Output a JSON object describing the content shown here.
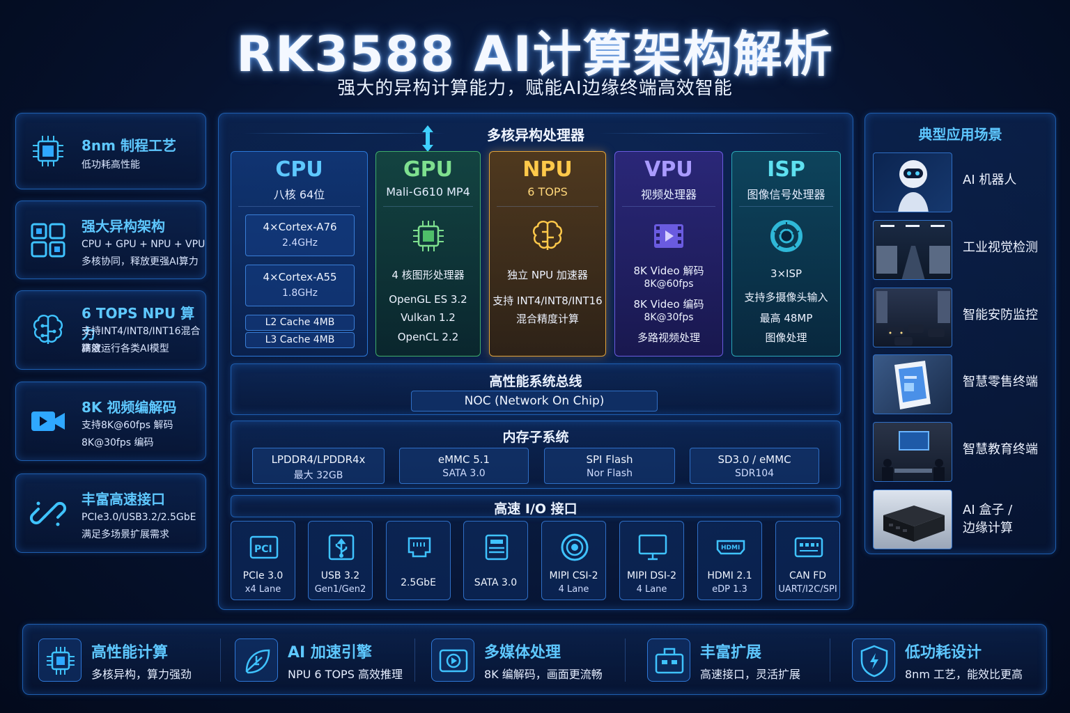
{
  "header": {
    "title": "RK3588  AI计算架构解析",
    "subtitle": "强大的异构计算能力，赋能AI边缘终端高效智能"
  },
  "features": [
    {
      "icon": "chip-icon",
      "title": "8nm 制程工艺",
      "lines": [
        "低功耗高性能"
      ]
    },
    {
      "icon": "grid-icon",
      "title": "强大异构架构",
      "lines": [
        "CPU + GPU + NPU + VPU",
        "多核协同，释放更强AI算力"
      ]
    },
    {
      "icon": "brain-icon",
      "title": "6 TOPS NPU 算力",
      "lines": [
        "支持INT4/INT8/INT16混合精度",
        "高效运行各类AI模型"
      ]
    },
    {
      "icon": "video-camera-icon",
      "title": "8K 视频编解码",
      "lines": [
        "支持8K@60fps 解码",
        "8K@30fps 编码"
      ]
    },
    {
      "icon": "link-icon",
      "title": "丰富高速接口",
      "lines": [
        "PCIe3.0/USB3.2/2.5GbE",
        "满足多场景扩展需求"
      ]
    }
  ],
  "processor": {
    "title": "多核异构处理器",
    "cpu": {
      "name": "CPU",
      "sub": "八核 64位",
      "big": {
        "a": "4×Cortex-A76",
        "b": "2.4GHz"
      },
      "little": {
        "a": "4×Cortex-A55",
        "b": "1.8GHz"
      },
      "l2": "L2 Cache 4MB",
      "l3": "L3 Cache 4MB"
    },
    "gpu": {
      "name": "GPU",
      "sub": "Mali-G610 MP4",
      "lines": [
        "4 核图形处理器",
        "OpenGL ES 3.2",
        "Vulkan 1.2",
        "OpenCL 2.2"
      ]
    },
    "npu": {
      "name": "NPU",
      "sub": "6 TOPS",
      "lines": [
        "独立 NPU 加速器",
        "支持 INT4/INT8/INT16",
        "混合精度计算"
      ]
    },
    "vpu": {
      "name": "VPU",
      "sub": "视频处理器",
      "lines": [
        "8K Video 解码",
        "8K@60fps",
        "8K Video 编码",
        "8K@30fps",
        "多路视频处理"
      ]
    },
    "isp": {
      "name": "ISP",
      "sub": "图像信号处理器",
      "lines": [
        "3×ISP",
        "支持多摄像头输入",
        "最高 48MP",
        "图像处理"
      ]
    }
  },
  "bus": {
    "title": "高性能系统总线",
    "noc": "NOC (Network On Chip)"
  },
  "memory": {
    "title": "内存子系统",
    "items": [
      {
        "a": "LPDDR4/LPDDR4x",
        "b": "最大 32GB"
      },
      {
        "a": "eMMC 5.1",
        "b": "SATA 3.0"
      },
      {
        "a": "SPI Flash",
        "b": "Nor Flash"
      },
      {
        "a": "SD3.0 / eMMC",
        "b": "SDR104"
      }
    ]
  },
  "io": {
    "title": "高速 I/O 接口",
    "items": [
      {
        "icon": "pcie-icon",
        "a": "PCIe 3.0",
        "b": "x4 Lane"
      },
      {
        "icon": "usb-icon",
        "a": "USB 3.2",
        "b": "Gen1/Gen2"
      },
      {
        "icon": "ethernet-icon",
        "a": "2.5GbE",
        "b": ""
      },
      {
        "icon": "sata-icon",
        "a": "SATA 3.0",
        "b": ""
      },
      {
        "icon": "camera-lens-icon",
        "a": "MIPI CSI-2",
        "b": "4 Lane"
      },
      {
        "icon": "monitor-icon",
        "a": "MIPI DSI-2",
        "b": "4 Lane"
      },
      {
        "icon": "hdmi-icon",
        "a": "HDMI 2.1",
        "b": "eDP 1.3"
      },
      {
        "icon": "can-bus-icon",
        "a": "CAN FD",
        "b": "UART/I2C/SPI"
      }
    ]
  },
  "applications": {
    "title": "典型应用场景",
    "items": [
      {
        "label": "AI 机器人",
        "label2": ""
      },
      {
        "label": "工业视觉检测",
        "label2": ""
      },
      {
        "label": "智能安防监控",
        "label2": ""
      },
      {
        "label": "智慧零售终端",
        "label2": ""
      },
      {
        "label": "智慧教育终端",
        "label2": ""
      },
      {
        "label": "AI 盒子 /",
        "label2": "边缘计算"
      }
    ]
  },
  "bottom": [
    {
      "icon": "cpu-icon",
      "title": "高性能计算",
      "desc": "多核异构，算力强劲"
    },
    {
      "icon": "leaf-icon",
      "title": "AI 加速引擎",
      "desc": "NPU 6 TOPS 高效推理"
    },
    {
      "icon": "media-icon",
      "title": "多媒体处理",
      "desc": "8K 编解码，画面更流畅"
    },
    {
      "icon": "expansion-icon",
      "title": "丰富扩展",
      "desc": "高速接口，灵活扩展"
    },
    {
      "icon": "shield-icon",
      "title": "低功耗设计",
      "desc": "8nm 工艺，能效比更高"
    }
  ]
}
